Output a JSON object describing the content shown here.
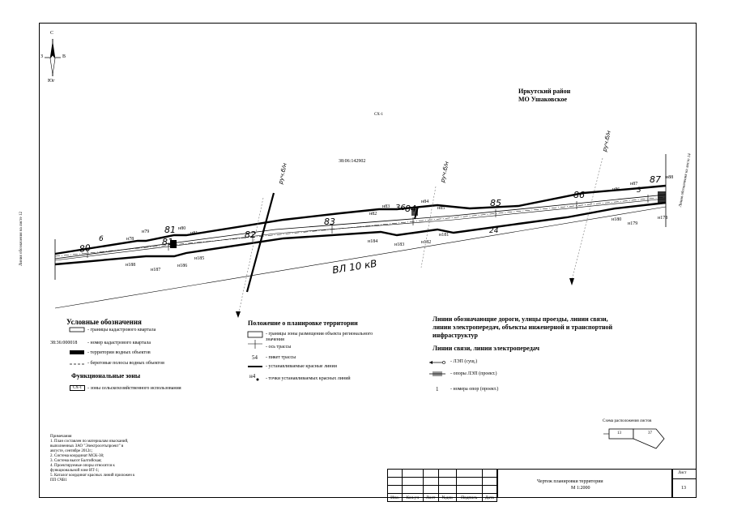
{
  "compass": {
    "north": "С",
    "south": "Юг",
    "west": "З",
    "east": "В"
  },
  "header": {
    "district": "Иркутский район",
    "municipality": "МО Ушаковское"
  },
  "map": {
    "zone_code": "СХ-1",
    "cadastral_number": "38:06:142902",
    "stream_label": "руч.б/н",
    "power_line_label": "ВЛ 10 кВ",
    "picket_labels": [
      "80",
      "81",
      "82",
      "83",
      "84",
      "85",
      "86",
      "87"
    ],
    "hand_numbers": [
      "6",
      "36",
      "24",
      "3"
    ],
    "points_top": [
      "н78",
      "н79",
      "н80",
      "н81",
      "н82",
      "н83",
      "н84",
      "н85",
      "н86",
      "н87",
      "н88"
    ],
    "points_bottom": [
      "н188",
      "н187",
      "н186",
      "н185",
      "н184",
      "н183",
      "н182",
      "н181",
      "н180",
      "н179",
      "н178"
    ],
    "edge_left": "Линия обозначения на листе 12",
    "edge_right": "Линия обозначения на листе 14",
    "dim_values": [
      "13",
      "37"
    ]
  },
  "legend_left": {
    "title": "Условные обозначения",
    "items": [
      "- границы кадастрового квартала",
      "- номер кадастрового квартала",
      "- территории водных объектов",
      "- береговые полосы водных объектов"
    ],
    "cadastral_sample": "38:36:000018",
    "zones_title": "Функциональные зоны",
    "zone_sample": "СХ-1",
    "zone_item": "- зоны сельскохозяйственного использования"
  },
  "legend_middle": {
    "title": "Положение о планировке территории",
    "items": [
      "- границы зоны размещения объекта регионального значения",
      "- ось трассы",
      "- пикет трассы",
      "- устанавливаемые красные линии",
      "- точки устанавливаемых красных линий"
    ],
    "picket_sample": "54",
    "point_sample": "н4"
  },
  "legend_right": {
    "title": "Линии обозначающие дороги, улицы проезды, линии связи, линии электропередач, объекты инженерной и транспортной инфраструктур",
    "subtitle": "Линии связи, линии электропередач",
    "items": [
      "- ЛЭП (сущ.)",
      "- опоры ЛЭП (проект.)",
      "- номера опор (проект.)"
    ],
    "pole_sample": "1"
  },
  "scheme": {
    "title": "Схема расположения листов"
  },
  "notes": {
    "title": "Примечания",
    "lines": [
      "1. План составлен по материалам изысканий,",
      "выполненных ЗАО \"Электросетьпроект\" в",
      "августе, сентябре 2012г.;",
      "2. Система координат МСК-38;",
      "3. Система высот Балтийская;",
      "4. Проектируемые опоры относятся к",
      "функциональной зоне ИТ-1;",
      "5. Каталог координат красных линий приложен к",
      "ПП СЧВ1"
    ]
  },
  "stamp": {
    "columns": [
      "Изм.",
      "Кол.уч",
      "Лист",
      "№док",
      "Подпись",
      "Дата"
    ],
    "title_line1": "Чертеж планировки территории",
    "title_line2": "М 1:2000",
    "sheet_label": "Лист",
    "sheet_number": "13"
  }
}
